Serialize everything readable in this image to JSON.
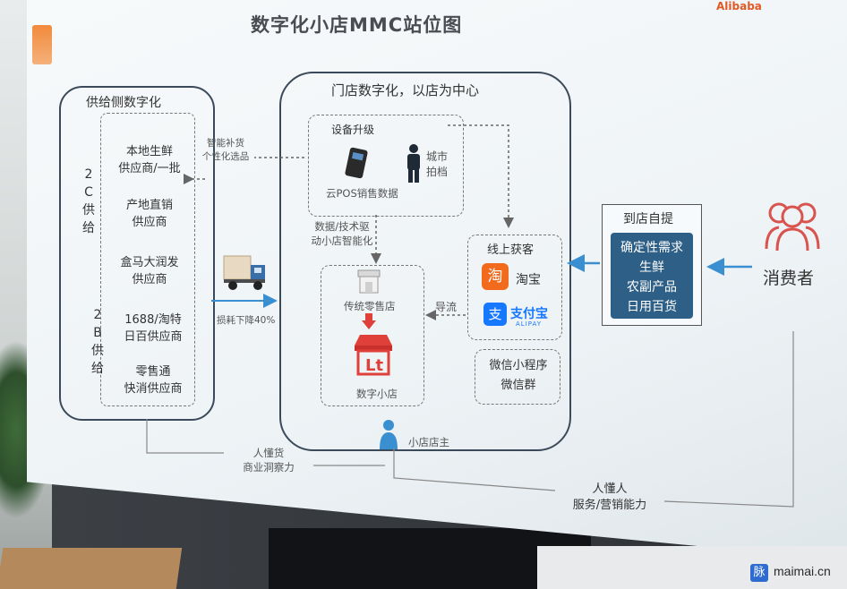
{
  "title": "数字化小店MMC站位图",
  "brand": "Alibaba",
  "supply": {
    "heading": "供给侧数字化",
    "to_c_label": "2C供给",
    "to_b_label": "2B供给",
    "suppliers": [
      "本地生鲜\n供应商/一批",
      "产地直销\n供应商",
      "盒马大润发\n供应商",
      "1688/淘特\n日百供应商",
      "零售通\n快消供应商"
    ]
  },
  "store": {
    "heading": "门店数字化，以店为中心",
    "equipment_upgrade": "设备升级",
    "pos_label": "云POS销售数据",
    "city_partner": "城市\n拍档",
    "data_tech": "数据/技术驱\n动小店智能化",
    "traditional_store": "传统零售店",
    "digital_store": "数字小店",
    "online_acquisition": "线上获客",
    "taobao": "淘宝",
    "alipay": "支付宝",
    "alipay_en": "ALIPAY",
    "wechat": "微信小程序\n微信群",
    "traffic": "导流",
    "owner": "小店店主"
  },
  "annotations": {
    "smart_restock": "智能补货\n个性化选品",
    "cost_down": "损耗下降40%",
    "understand_goods": "人懂货\n商业洞察力",
    "understand_people": "人懂人\n服务/营销能力"
  },
  "pickup": {
    "heading": "到店自提",
    "items": [
      "确定性需求",
      "生鲜",
      "农副产品",
      "日用百货"
    ]
  },
  "consumer": "消费者",
  "watermark": "maimai.cn",
  "watermark_icon": "脉",
  "colors": {
    "frame": "#3b4a5a",
    "accent_blue": "#2e5f86",
    "arrow_blue": "#3a8fd0",
    "consumer_red": "#d9534f",
    "taobao": "#f26a1b",
    "alipay": "#1677ff"
  }
}
